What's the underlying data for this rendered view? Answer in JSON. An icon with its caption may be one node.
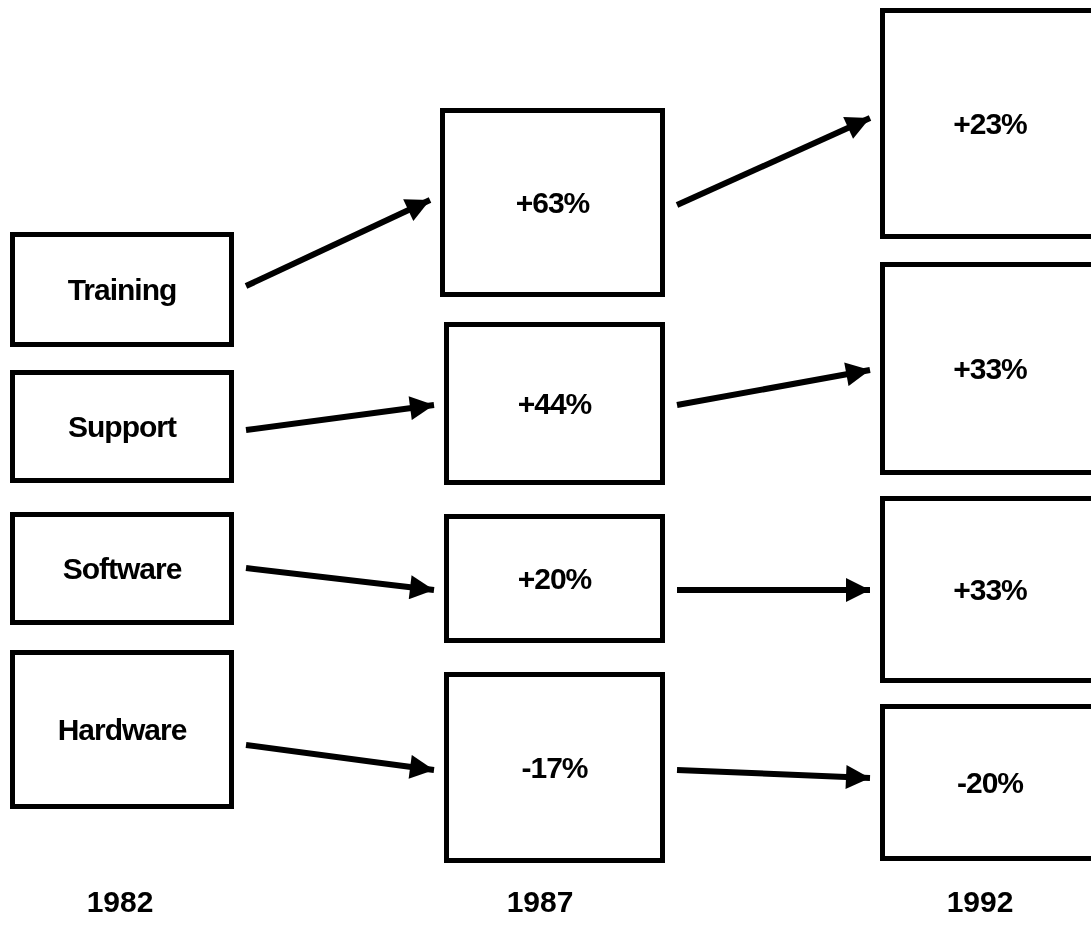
{
  "diagram": {
    "nodes": [
      {
        "text": [
          "Training"
        ]
      },
      {
        "text": [
          "Support"
        ]
      },
      {
        "text": [
          "Software"
        ]
      },
      {
        "text": [
          "Hardware"
        ]
      },
      {
        "text": [
          "+63%"
        ]
      },
      {
        "text": [
          "+44%"
        ]
      },
      {
        "text": [
          "+20%"
        ]
      },
      {
        "text": [
          "-17%"
        ]
      },
      {
        "text": [
          "+23%"
        ]
      },
      {
        "text": [
          "+33%"
        ]
      },
      {
        "text": [
          "+33%"
        ]
      },
      {
        "text": [
          "-20%"
        ]
      }
    ],
    "edges": [
      {
        "from": 0,
        "to": 4,
        "arrow": "to"
      },
      {
        "from": 1,
        "to": 5,
        "arrow": "to"
      },
      {
        "from": 2,
        "to": 6,
        "arrow": "to"
      },
      {
        "from": 3,
        "to": 7,
        "arrow": "to"
      },
      {
        "from": 4,
        "to": 8,
        "arrow": "to"
      },
      {
        "from": 5,
        "to": 9,
        "arrow": "to"
      },
      {
        "from": 6,
        "to": 10,
        "arrow": "to"
      },
      {
        "from": 7,
        "to": 11,
        "arrow": "to"
      }
    ],
    "labels": [
      "1982",
      "1987",
      "1992"
    ]
  }
}
